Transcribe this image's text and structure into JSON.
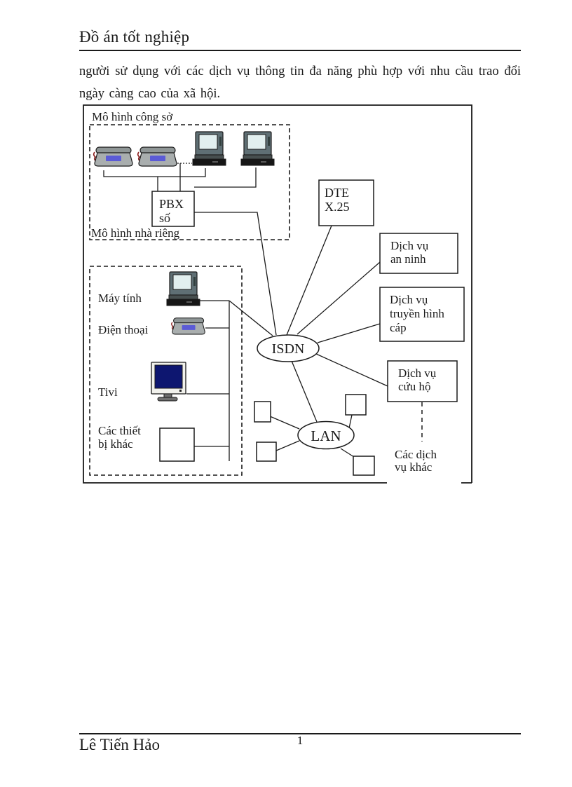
{
  "header": {
    "title": "Đồ án tốt nghiệp"
  },
  "body": {
    "paragraph": "người sử dụng với các dịch vụ thông tin đa năng phù hợp với nhu cầu trao đổi ngày càng cao của xã hội."
  },
  "footer": {
    "author": "Lê Tiến Hảo",
    "page_number": "1"
  },
  "diagram": {
    "office": {
      "label": "Mô hình công sở",
      "devices": [
        "telephone",
        "telephone",
        "computer",
        "computer"
      ]
    },
    "home": {
      "label": "Mô hình nhà riêng",
      "items": [
        {
          "icon": "computer",
          "label_lines": [
            "Máy tính"
          ]
        },
        {
          "icon": "telephone",
          "label_lines": [
            "Điện thoại"
          ]
        },
        {
          "icon": "tv",
          "label_lines": [
            "Tivi"
          ]
        },
        {
          "icon": "generic-device-box",
          "label_lines": [
            "Các thiết",
            "bị khác"
          ]
        }
      ]
    },
    "nodes": {
      "pbx": {
        "lines": [
          "PBX",
          "số"
        ]
      },
      "dte": {
        "lines": [
          "DTE",
          "X.25"
        ]
      },
      "isdn": {
        "label": "ISDN"
      },
      "lan": {
        "label": "LAN"
      }
    },
    "services": [
      {
        "lines": [
          "Dịch vụ",
          "an ninh"
        ]
      },
      {
        "lines": [
          "Dịch vụ",
          "truyền hình",
          "cáp"
        ]
      },
      {
        "lines": [
          "Dịch vụ",
          "cứu hộ"
        ]
      }
    ],
    "other_services": {
      "lines": [
        "Các dịch",
        "vụ khác"
      ]
    }
  },
  "colors": {
    "ink": "#1a1a1a",
    "phone_body": "#a9aeae",
    "phone_handset": "#8f9696",
    "phone_display": "#5b5bd6",
    "phone_cord": "#8b1f1f",
    "monitor_body": "#5f6f74",
    "monitor_screen": "#e2efef",
    "monitor_base": "#161616",
    "tv_frame": "#f1f1ec",
    "tv_screen": "#0d1670",
    "tv_stand": "#6f6f6f"
  }
}
